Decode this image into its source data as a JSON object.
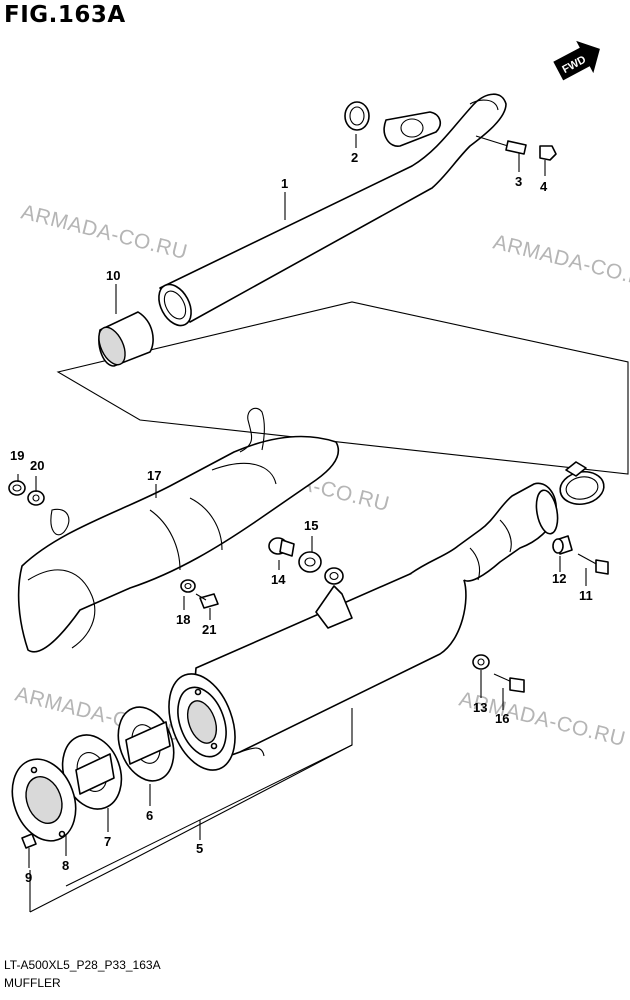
{
  "figure": {
    "title": "FIG.163A",
    "code": "LT-A500XL5_P28_P33_163A",
    "name": "MUFFLER"
  },
  "direction_badge": {
    "label": "FWD",
    "icon": "fwd-arrow-icon"
  },
  "watermark": {
    "text": "ARMADA-CO.RU",
    "color": "#b5b5b5"
  },
  "callouts": [
    "1",
    "2",
    "3",
    "4",
    "5",
    "6",
    "7",
    "8",
    "9",
    "10",
    "11",
    "12",
    "13",
    "14",
    "15",
    "16",
    "17",
    "18",
    "19",
    "20",
    "21"
  ],
  "colors": {
    "line": "#000000",
    "background": "#ffffff",
    "watermark": "#b5b5b5"
  }
}
